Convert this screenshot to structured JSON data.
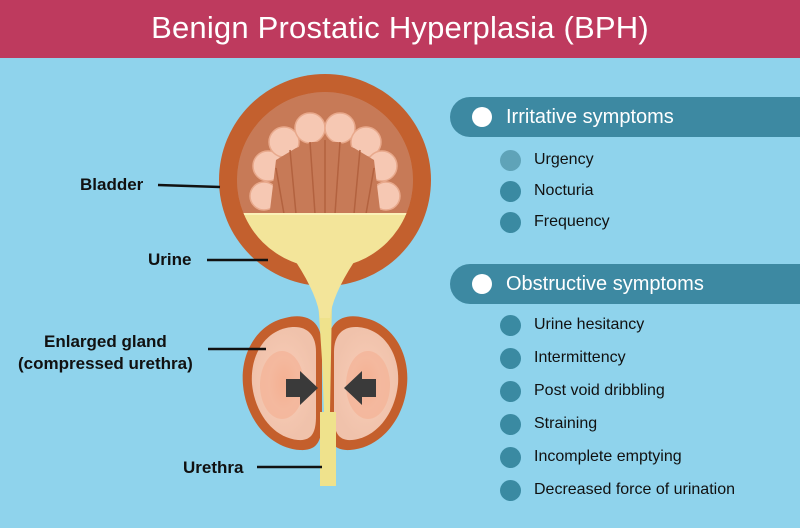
{
  "title": "Benign Prostatic Hyperplasia (BPH)",
  "colors": {
    "title_bar": "#be3a5e",
    "background": "#8fd3ec",
    "pill": "#3d89a2",
    "bullet": "#3a8aa2",
    "bladder_wall": "#c3602e",
    "bladder_inner": "#c77a57",
    "urine": "#f3e59a",
    "gland": "#f0c2ab"
  },
  "labels": {
    "bladder": "Bladder",
    "urine": "Urine",
    "gland_line1": "Enlarged gland",
    "gland_line2": "(compressed urethra)",
    "urethra": "Urethra"
  },
  "symptom_groups": [
    {
      "heading": "Irritative symptoms",
      "items": [
        "Urgency",
        "Nocturia",
        "Frequency"
      ]
    },
    {
      "heading": "Obstructive symptoms",
      "items": [
        "Urine hesitancy",
        "Intermittency",
        "Post void dribbling",
        "Straining",
        "Incomplete emptying",
        "Decreased force  of  urination"
      ]
    }
  ]
}
